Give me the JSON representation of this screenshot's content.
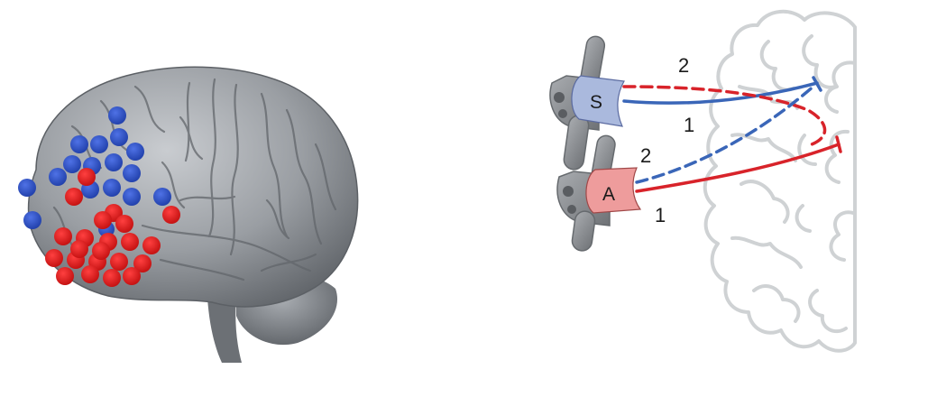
{
  "colors": {
    "blue_electrode": "#2f52c8",
    "red_electrode": "#e51b1b",
    "path_blue": "#3a66b8",
    "path_red": "#d8232a",
    "brain_fill": "#8e9297",
    "outline_brain": "#cfd2d4",
    "speaker_s_fill": "#aab9dd",
    "speaker_a_fill": "#ee9c9c",
    "speaker_body": "#8d9094"
  },
  "icons": {
    "left_panel": "brain-lateral-render",
    "right_panel": "brain-outline-schematic",
    "speaker": "speaker-icon"
  },
  "schematic": {
    "speakers": [
      {
        "id": "S",
        "label": "S",
        "color": "blue"
      },
      {
        "id": "A",
        "label": "A",
        "color": "red"
      }
    ],
    "path_labels": {
      "blue_top": "2",
      "blue_bottom": "1",
      "red_top": "2",
      "red_bottom": "1"
    }
  }
}
